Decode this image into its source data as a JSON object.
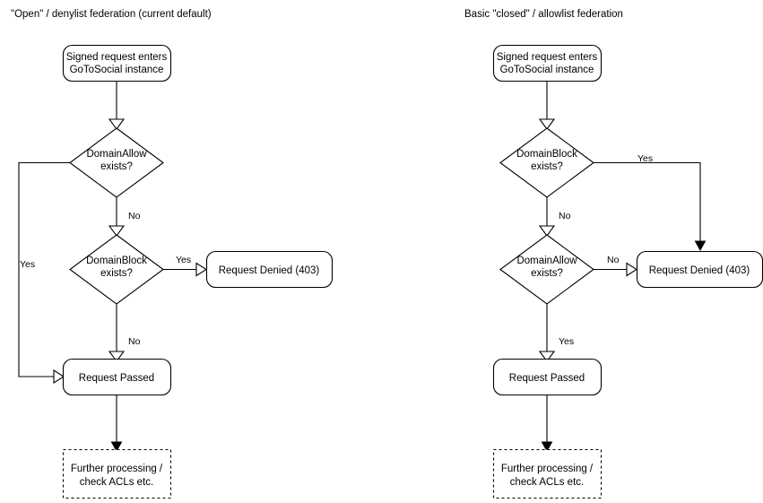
{
  "diagram": {
    "type": "flowchart",
    "background": "#ffffff",
    "stroke_color": "#000000",
    "text_color": "#000000",
    "panels": [
      {
        "id": "open-denylist",
        "title": "\"Open\" / denylist federation (current default)",
        "nodes": [
          {
            "id": "entry",
            "shape": "rounded-rect",
            "line1": "Signed request enters",
            "line2": "GoToSocial instance"
          },
          {
            "id": "allow",
            "shape": "diamond",
            "line1": "DomainAllow",
            "line2": "exists?"
          },
          {
            "id": "block",
            "shape": "diamond",
            "line1": "DomainBlock",
            "line2": "exists?"
          },
          {
            "id": "denied",
            "shape": "rounded-rect",
            "line1": "Request Denied (403)",
            "line2": ""
          },
          {
            "id": "passed",
            "shape": "rounded-rect",
            "line1": "Request Passed",
            "line2": ""
          },
          {
            "id": "further",
            "shape": "dashed-rect",
            "line1": "Further processing /",
            "line2": "check ACLs etc."
          }
        ],
        "edges": [
          {
            "from": "entry",
            "to": "allow",
            "label": ""
          },
          {
            "from": "allow",
            "to": "passed",
            "label": "Yes"
          },
          {
            "from": "allow",
            "to": "block",
            "label": "No"
          },
          {
            "from": "block",
            "to": "denied",
            "label": "Yes"
          },
          {
            "from": "block",
            "to": "passed",
            "label": "No"
          },
          {
            "from": "passed",
            "to": "further",
            "label": ""
          }
        ]
      },
      {
        "id": "closed-allowlist",
        "title": "Basic \"closed\" / allowlist federation",
        "nodes": [
          {
            "id": "entry",
            "shape": "rounded-rect",
            "line1": "Signed request enters",
            "line2": "GoToSocial instance"
          },
          {
            "id": "block",
            "shape": "diamond",
            "line1": "DomainBlock",
            "line2": "exists?"
          },
          {
            "id": "allow",
            "shape": "diamond",
            "line1": "DomainAllow",
            "line2": "exists?"
          },
          {
            "id": "denied",
            "shape": "rounded-rect",
            "line1": "Request Denied (403)",
            "line2": ""
          },
          {
            "id": "passed",
            "shape": "rounded-rect",
            "line1": "Request Passed",
            "line2": ""
          },
          {
            "id": "further",
            "shape": "dashed-rect",
            "line1": "Further processing /",
            "line2": "check ACLs etc."
          }
        ],
        "edges": [
          {
            "from": "entry",
            "to": "block",
            "label": ""
          },
          {
            "from": "block",
            "to": "denied",
            "label": "Yes"
          },
          {
            "from": "block",
            "to": "allow",
            "label": "No"
          },
          {
            "from": "allow",
            "to": "denied",
            "label": "No"
          },
          {
            "from": "allow",
            "to": "passed",
            "label": "Yes"
          },
          {
            "from": "passed",
            "to": "further",
            "label": ""
          }
        ]
      }
    ]
  }
}
